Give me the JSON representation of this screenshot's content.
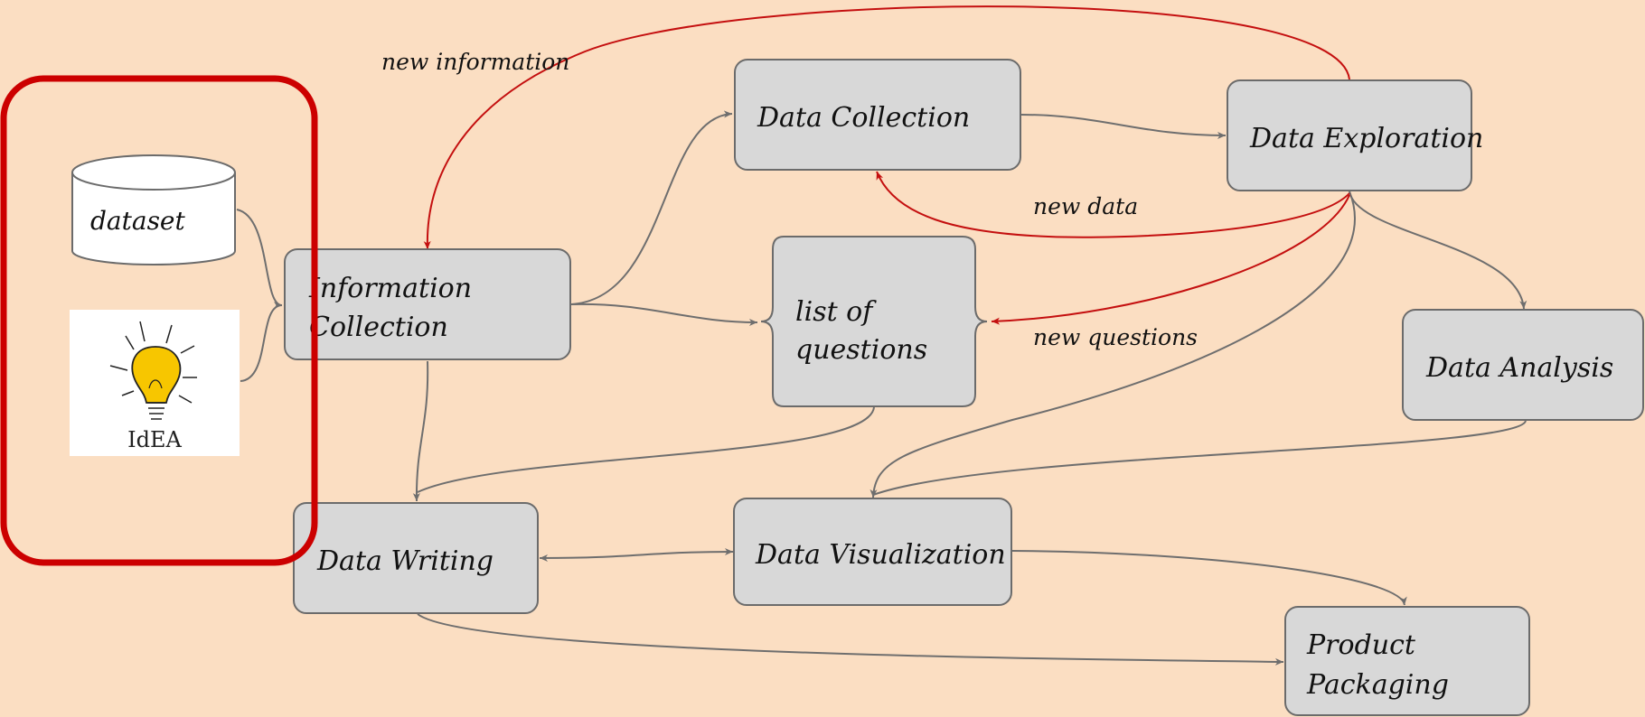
{
  "colors": {
    "background": "#fbdec2",
    "node_fill": "#d8d8d8",
    "node_stroke": "#6b6b6b",
    "edge_gray": "#6e6e6e",
    "edge_red": "#c40f0f",
    "highlight_frame": "#cc0000",
    "bulb_yellow": "#f7c600"
  },
  "nodes": {
    "dataset": {
      "label": "dataset",
      "shape": "cylinder"
    },
    "idea": {
      "label": "IdEA",
      "icon": "lightbulb-icon"
    },
    "information_collection": {
      "line1": "Information",
      "line2": "Collection"
    },
    "data_collection": {
      "label": "Data Collection"
    },
    "data_exploration": {
      "label": "Data Exploration"
    },
    "list_of_questions": {
      "line1": "list of",
      "line2": "questions",
      "shape": "brace"
    },
    "data_analysis": {
      "label": "Data Analysis"
    },
    "data_writing": {
      "label": "Data Writing"
    },
    "data_visualization": {
      "label": "Data Visualization"
    },
    "product_packaging": {
      "line1": "Product",
      "line2": "Packaging"
    }
  },
  "edge_labels": {
    "new_information": "new information",
    "new_data": "new data",
    "new_questions": "new questions"
  },
  "edges": [
    {
      "from": "dataset",
      "to": "information_collection",
      "color": "gray"
    },
    {
      "from": "idea",
      "to": "information_collection",
      "color": "gray"
    },
    {
      "from": "information_collection",
      "to": "data_collection",
      "color": "gray"
    },
    {
      "from": "information_collection",
      "to": "list_of_questions",
      "color": "gray"
    },
    {
      "from": "information_collection",
      "to": "data_writing",
      "color": "gray"
    },
    {
      "from": "data_collection",
      "to": "data_exploration",
      "color": "gray"
    },
    {
      "from": "data_exploration",
      "to": "information_collection",
      "color": "red",
      "label": "new information"
    },
    {
      "from": "data_exploration",
      "to": "data_collection",
      "color": "red",
      "label": "new data"
    },
    {
      "from": "data_exploration",
      "to": "list_of_questions",
      "color": "red",
      "label": "new questions"
    },
    {
      "from": "data_exploration",
      "to": "data_analysis",
      "color": "gray"
    },
    {
      "from": "data_exploration",
      "to": "data_visualization",
      "color": "gray"
    },
    {
      "from": "list_of_questions",
      "to": "data_writing",
      "color": "gray"
    },
    {
      "from": "data_analysis",
      "to": "data_visualization",
      "color": "gray"
    },
    {
      "from": "data_writing",
      "to": "data_visualization",
      "color": "gray",
      "bidirectional": true
    },
    {
      "from": "data_visualization",
      "to": "product_packaging",
      "color": "gray"
    },
    {
      "from": "data_writing",
      "to": "product_packaging",
      "color": "gray"
    }
  ]
}
